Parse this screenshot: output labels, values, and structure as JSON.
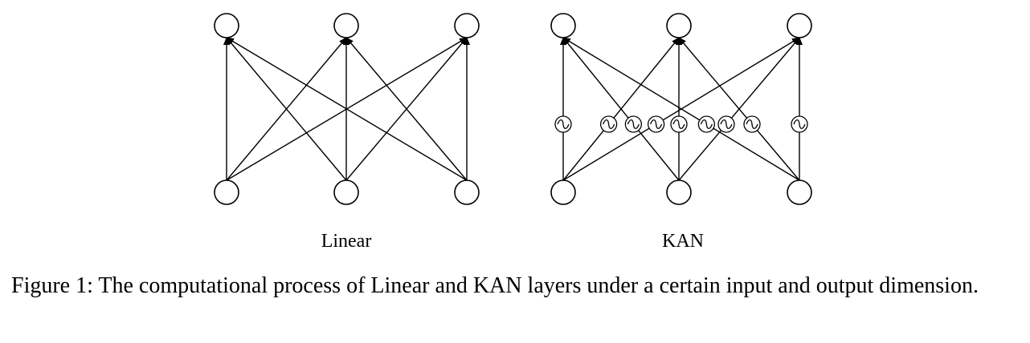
{
  "figure": {
    "panels": [
      {
        "id": "linear",
        "label": "Linear",
        "inputs": 3,
        "outputs": 3,
        "activations_on_edges": false
      },
      {
        "id": "kan",
        "label": "KAN",
        "inputs": 3,
        "outputs": 3,
        "activations_on_edges": true
      }
    ],
    "activation_icon": "sine-wave-icon"
  },
  "caption": {
    "prefix": "Figure 1:",
    "text": "The computational process of Linear and KAN layers under a certain input and output dimension."
  }
}
